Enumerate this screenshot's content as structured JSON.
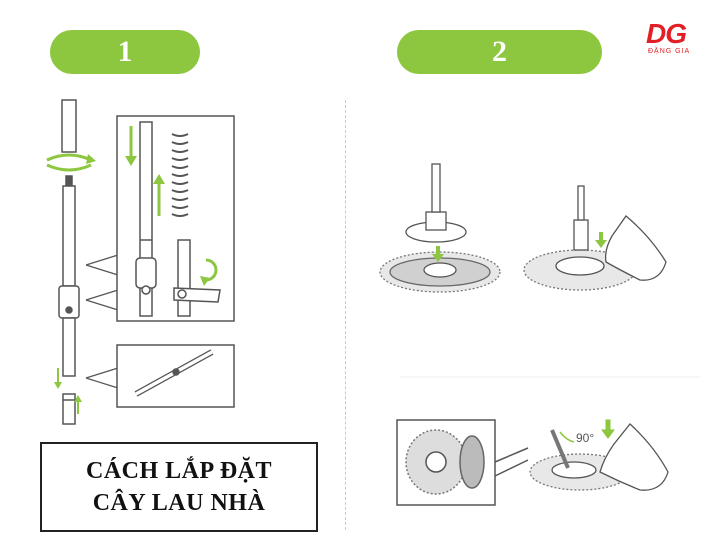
{
  "steps": {
    "step1_label": "1",
    "step2_label": "2"
  },
  "logo": {
    "mark": "DG",
    "text": "ĐẶNG GIA"
  },
  "title": {
    "line1": "CÁCH LẮP ĐẶT",
    "line2": "CÂY LAU NHÀ"
  },
  "annotations": {
    "angle": "90°"
  },
  "colors": {
    "accent_green": "#8dc63f",
    "logo_red": "#e21f26",
    "line_gray": "#555555"
  }
}
